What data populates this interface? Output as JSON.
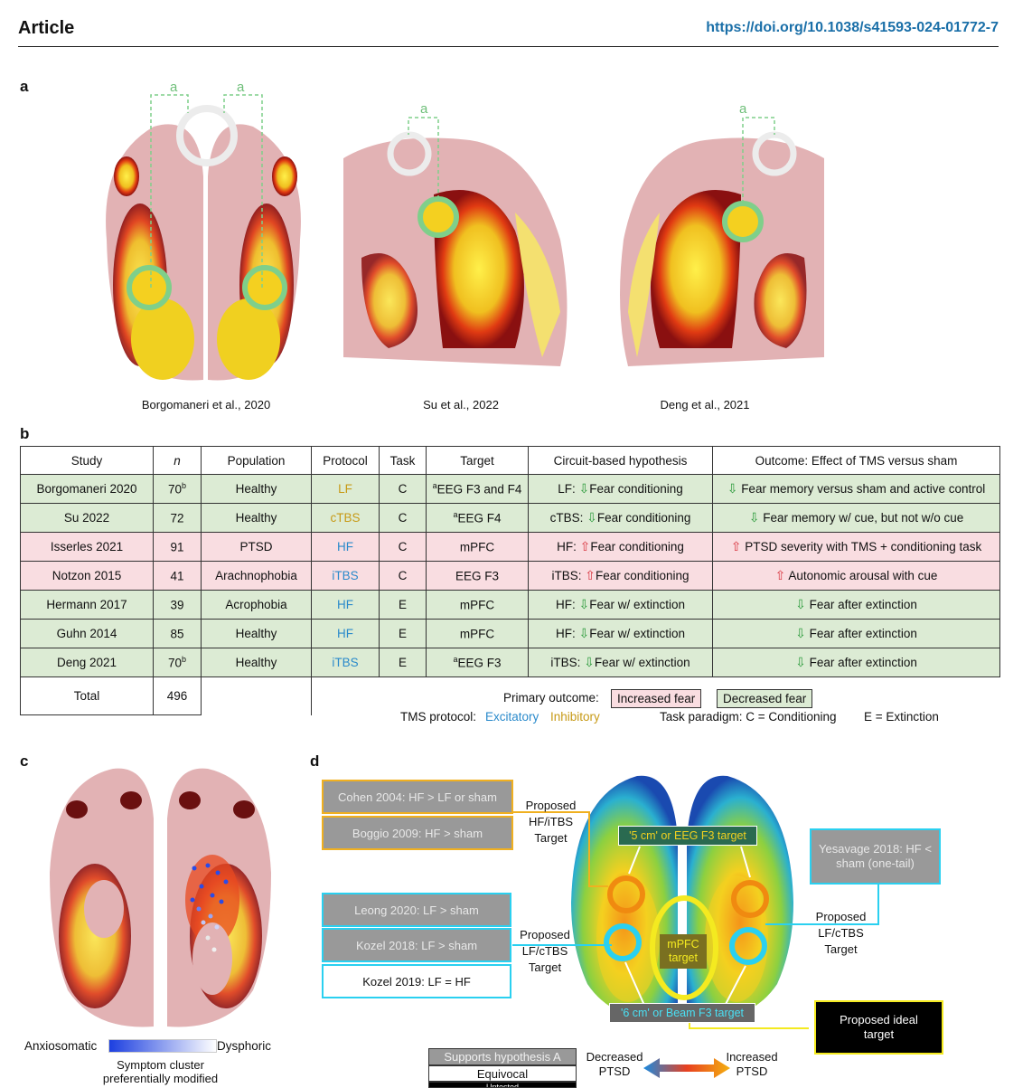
{
  "header": {
    "article": "Article",
    "doi": "https://doi.org/10.1038/s41593-024-01772-7"
  },
  "panels": {
    "a": "a",
    "b": "b",
    "c": "c",
    "d": "d"
  },
  "panel_a": {
    "marker": "a",
    "captions": [
      "Borgomaneri et al., 2020",
      "Su et al., 2022",
      "Deng et al., 2021"
    ]
  },
  "table": {
    "headers": [
      "Study",
      "n",
      "Population",
      "Protocol",
      "Task",
      "Target",
      "Circuit-based hypothesis",
      "Outcome: Effect of TMS versus sham"
    ],
    "rows": [
      {
        "study": "Borgomaneri 2020",
        "n": "70",
        "n_sup": "b",
        "population": "Healthy",
        "protocol": "LF",
        "task": "C",
        "target_sup": "a",
        "target": "EEG F3 and F4",
        "hyp_prefix": "LF:",
        "hyp": "Fear conditioning",
        "outcome": "Fear memory versus sham and active control"
      },
      {
        "study": "Su 2022",
        "n": "72",
        "n_sup": "",
        "population": "Healthy",
        "protocol": "cTBS",
        "task": "C",
        "target_sup": "a",
        "target": "EEG F4",
        "hyp_prefix": "cTBS:",
        "hyp": "Fear conditioning",
        "outcome": "Fear memory w/ cue, but not w/o cue"
      },
      {
        "study": "Isserles 2021",
        "n": "91",
        "n_sup": "",
        "population": "PTSD",
        "protocol": "HF",
        "task": "C",
        "target_sup": "",
        "target": "mPFC",
        "hyp_prefix": "HF:",
        "hyp": "Fear conditioning",
        "outcome": "PTSD severity with TMS + conditioning task"
      },
      {
        "study": "Notzon 2015",
        "n": "41",
        "n_sup": "",
        "population": "Arachnophobia",
        "protocol": "iTBS",
        "task": "C",
        "target_sup": "",
        "target": "EEG F3",
        "hyp_prefix": "iTBS:",
        "hyp": "Fear conditioning",
        "outcome": "Autonomic arousal with cue"
      },
      {
        "study": "Hermann 2017",
        "n": "39",
        "n_sup": "",
        "population": "Acrophobia",
        "protocol": "HF",
        "task": "E",
        "target_sup": "",
        "target": "mPFC",
        "hyp_prefix": "HF:",
        "hyp": "Fear w/ extinction",
        "outcome": "Fear after extinction"
      },
      {
        "study": "Guhn 2014",
        "n": "85",
        "n_sup": "",
        "population": "Healthy",
        "protocol": "HF",
        "task": "E",
        "target_sup": "",
        "target": "mPFC",
        "hyp_prefix": "HF:",
        "hyp": "Fear w/ extinction",
        "outcome": "Fear after extinction"
      },
      {
        "study": "Deng 2021",
        "n": "70",
        "n_sup": "b",
        "population": "Healthy",
        "protocol": "iTBS",
        "task": "E",
        "target_sup": "a",
        "target": "EEG F3",
        "hyp_prefix": "iTBS:",
        "hyp": "Fear w/ extinction",
        "outcome": "Fear after extinction"
      }
    ],
    "total_label": "Total",
    "total_n": "496",
    "legend": {
      "primary": "Primary outcome:",
      "increased": "Increased fear",
      "decreased": "Decreased fear",
      "tms": "TMS protocol:",
      "excitatory": "Excitatory",
      "inhibitory": "Inhibitory",
      "task": "Task paradigm: C = Conditioning",
      "extinction": "E = Extinction"
    }
  },
  "panel_c": {
    "left": "Anxiosomatic",
    "right": "Dysphoric",
    "caption": "Symptom cluster preferentially modified"
  },
  "panel_d": {
    "cohen": "Cohen 2004: HF > LF or sham",
    "boggio": "Boggio 2009: HF > sham",
    "proposed_hf": "Proposed HF/iTBS Target",
    "five_cm": "'5 cm' or EEG F3 target",
    "yesavage": "Yesavage 2018: HF < sham (one-tail)",
    "leong": "Leong 2020: LF > sham",
    "kozel2018": "Kozel 2018: LF > sham",
    "kozel2019": "Kozel 2019: LF = HF",
    "proposed_lf_left": "Proposed LF/cTBS Target",
    "proposed_lf_right": "Proposed LF/cTBS Target",
    "mpfc": "mPFC target",
    "six_cm": "'6 cm' or Beam F3 target",
    "ideal": "Proposed ideal target",
    "supports": "Supports hypothesis A",
    "equivocal": "Equivocal",
    "untested": "Untested",
    "decreased": "Decreased PTSD",
    "increased": "Increased PTSD"
  },
  "colors": {
    "green_row": "#dcebd4",
    "red_row": "#f9dde1",
    "excitatory": "#2a8acb",
    "inhibitory": "#c79a16",
    "green_ring": "#7fcf8a",
    "doi": "#1a6fa8"
  }
}
